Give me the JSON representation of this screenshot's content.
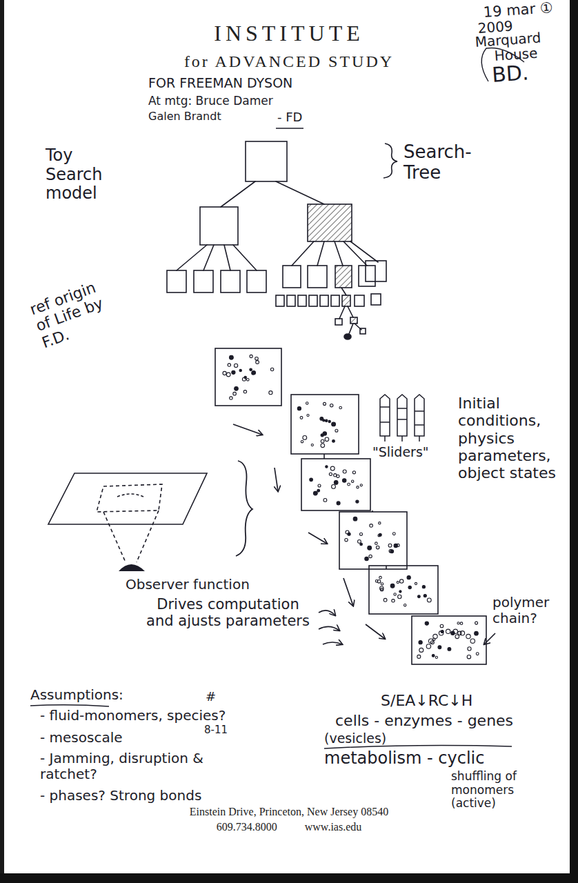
{
  "diagram": {
    "title": "INSTITUTE",
    "labels": [
      "for ADVANCED STUDY",
      "19 mar ①",
      "2009",
      "Marquard",
      "House",
      "BD.",
      "FOR FREEMAN DYSON",
      "At mtg: Bruce Damer",
      "Galen Brandt",
      "- FD",
      "Toy Search model",
      "Search-Tree",
      "ref origin of Life by F.D.",
      "\"Sliders\"",
      "Initial conditions, physics parameters, object states",
      "Observer function",
      "Drives computation and ajusts parameters",
      "polymer chain?",
      "Assumptions:",
      "#",
      "- fluid-monomers, species?",
      "8-11",
      "- mesoscale",
      "- Jamming, disruption & ratchet?",
      "- phases? Strong bonds",
      "S/EA↓RC↓H",
      "cells - enzymes - genes",
      "(vesicles)",
      "metabolism - cyclic",
      "shuffling of monomers (active)",
      "Einstein Drive, Princeton, New Jersey 08540",
      "609.734.8000",
      "www.ias.edu"
    ]
  }
}
